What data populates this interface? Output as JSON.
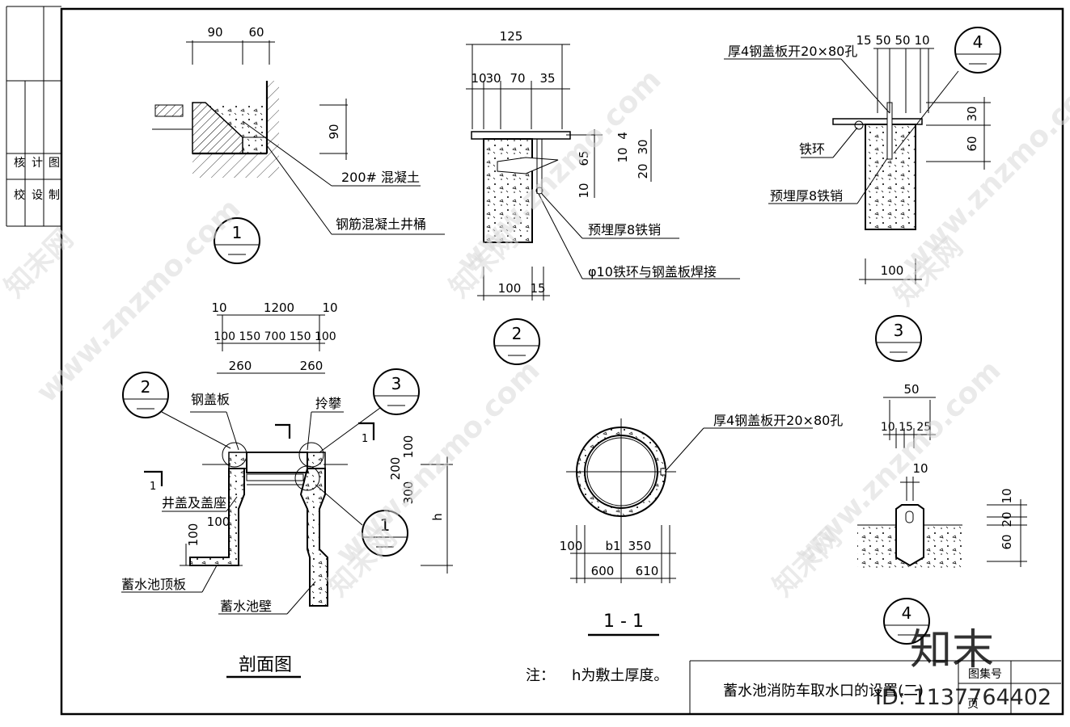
{
  "sidebar": {
    "rows": [
      [
        "核",
        "计",
        "图"
      ],
      [
        "校",
        "设",
        "制"
      ]
    ]
  },
  "labels": {
    "concrete": "200# 混凝土",
    "rc_well": "钢筋混凝土井桶",
    "pin8_a": "预埋厚8铁销",
    "ring_weld": "φ10铁环与钢盖板焊接",
    "cover_hole_a": "厚4钢盖板开20×80孔",
    "iron_ring": "铁环",
    "pin8_b": "预埋厚8铁销",
    "steel_cover": "钢盖板",
    "lift": "拎攀",
    "well_cover": "井盖及盖座",
    "tank_roof": "蓄水池顶板",
    "tank_wall": "蓄水池壁",
    "cover_hole_b": "厚4钢盖板开20×80孔",
    "section_mark": "1",
    "section_title": "剖面图",
    "section_11": "1 - 1",
    "note_prefix": "注：",
    "note_text": "h为敷土厚度。",
    "h": "h"
  },
  "detail_marks": {
    "d1": "1",
    "d2": "2",
    "d3": "3",
    "d4": "4"
  },
  "dims": {
    "d1_90": "90",
    "d1_60": "60",
    "d1_v90": "90",
    "d2_125": "125",
    "d2_10": "10",
    "d2_30": "30",
    "d2_70": "70",
    "d2_35": "35",
    "d2_65": "65",
    "d2_10b": "10",
    "d2_4": "4",
    "d2_30b": "30",
    "d2_10c": "10",
    "d2_20": "20",
    "d2_100": "100",
    "d2_15": "15",
    "d3_15": "15",
    "d3_50a": "50",
    "d3_50b": "50",
    "d3_10": "10",
    "d3_30": "30",
    "d3_60": "60",
    "d3_100": "100",
    "s_10a": "10",
    "s_1200": "1200",
    "s_10b": "10",
    "s_row2": "100 150 700 150 100",
    "s_260a": "260",
    "s_260b": "260",
    "s_100a": "100",
    "s_100b": "100",
    "s_v100": "100",
    "s_v200": "200",
    "s_v300": "300",
    "c_100": "100",
    "c_b1": "b1",
    "c_350": "350",
    "c_600": "600",
    "c_610": "610",
    "d4_50": "50",
    "d4_row": "10 15 25",
    "d4_10": "10",
    "d4_v10": "10",
    "d4_v20": "20",
    "d4_v60": "60"
  },
  "title_block": {
    "title": "蓄水池消防车取水口的设置(二)",
    "atlas_label": "图集号",
    "page_label": "页"
  },
  "watermarks": {
    "site": "www.znzmo.com",
    "brand": "知末网",
    "logo": "知末",
    "id_text": "ID: 1137764402"
  }
}
